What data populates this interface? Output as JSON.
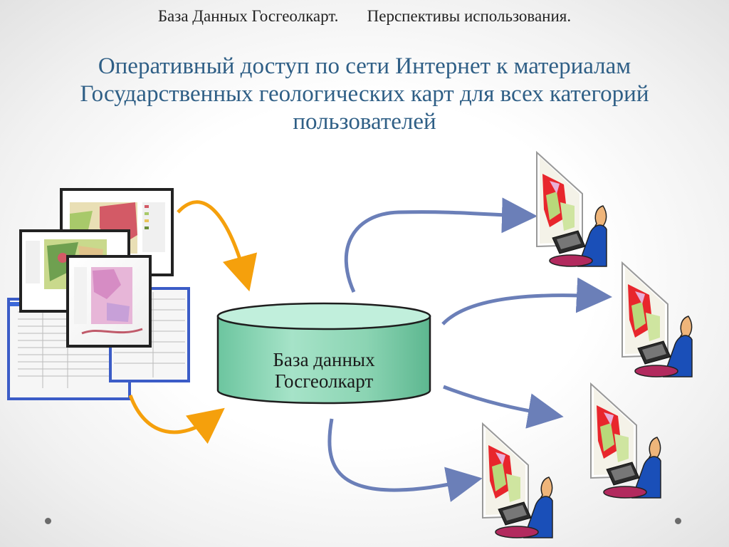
{
  "header": {
    "text": "База Данных Госгеолкарт.       Перспективы использования."
  },
  "title": "Оперативный доступ по сети Интернет к материалам Государственных геологических карт для всех категорий пользователей",
  "database": {
    "line1": "База данных",
    "line2": "Госгеолкарт"
  },
  "colors": {
    "title": "#2f5f86",
    "input_arrow": "#f5a00c",
    "output_arrow": "#6b7fb8",
    "cylinder_fill": "#8fd6b8",
    "cylinder_top": "#bfeedd"
  },
  "icons": [
    "geologic-map-sheet-icon",
    "spreadsheet-window-icon",
    "database-cylinder-icon",
    "user-at-computer-icon"
  ]
}
